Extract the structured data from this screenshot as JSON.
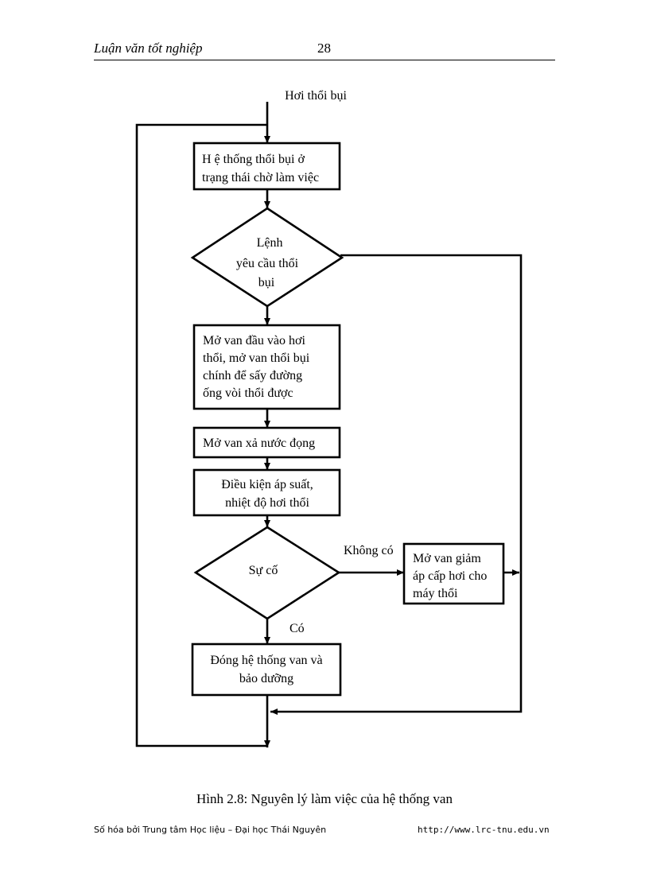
{
  "header": {
    "title": "Luận văn tốt nghiệp",
    "page_number": "28"
  },
  "flowchart": {
    "input_label": "Hơi thổi bụi",
    "standby_box": [
      "H ệ thống thổi bụi ở",
      "trạng thái chờ làm việc"
    ],
    "command_decision": [
      "Lệnh",
      "yêu cầu thổi",
      "bụi"
    ],
    "open_valves_box": [
      "Mở van đầu vào hơi",
      "thổi, mở van thổi bụi",
      "chính để sấy đường",
      "ống vòi thổi được"
    ],
    "drain_box": "Mở van xả nước đọng",
    "condition_box": [
      "Điều kiện áp suất,",
      "nhiệt độ hơi thổi"
    ],
    "fault_decision": "Sự cố",
    "no_label": "Không có",
    "yes_label": "Có",
    "reduce_box": [
      "Mở van giảm",
      "áp cấp hơi cho",
      "máy thổi"
    ],
    "close_box": [
      "Đóng hệ thống van và",
      "bảo dưỡng"
    ]
  },
  "caption": "Hình 2.8: Nguyên lý làm việc của hệ thống van",
  "footer": {
    "left": "Số hóa bởi Trung tâm Học liệu – Đại học Thái Nguyên",
    "right": "http://www.lrc-tnu.edu.vn"
  }
}
